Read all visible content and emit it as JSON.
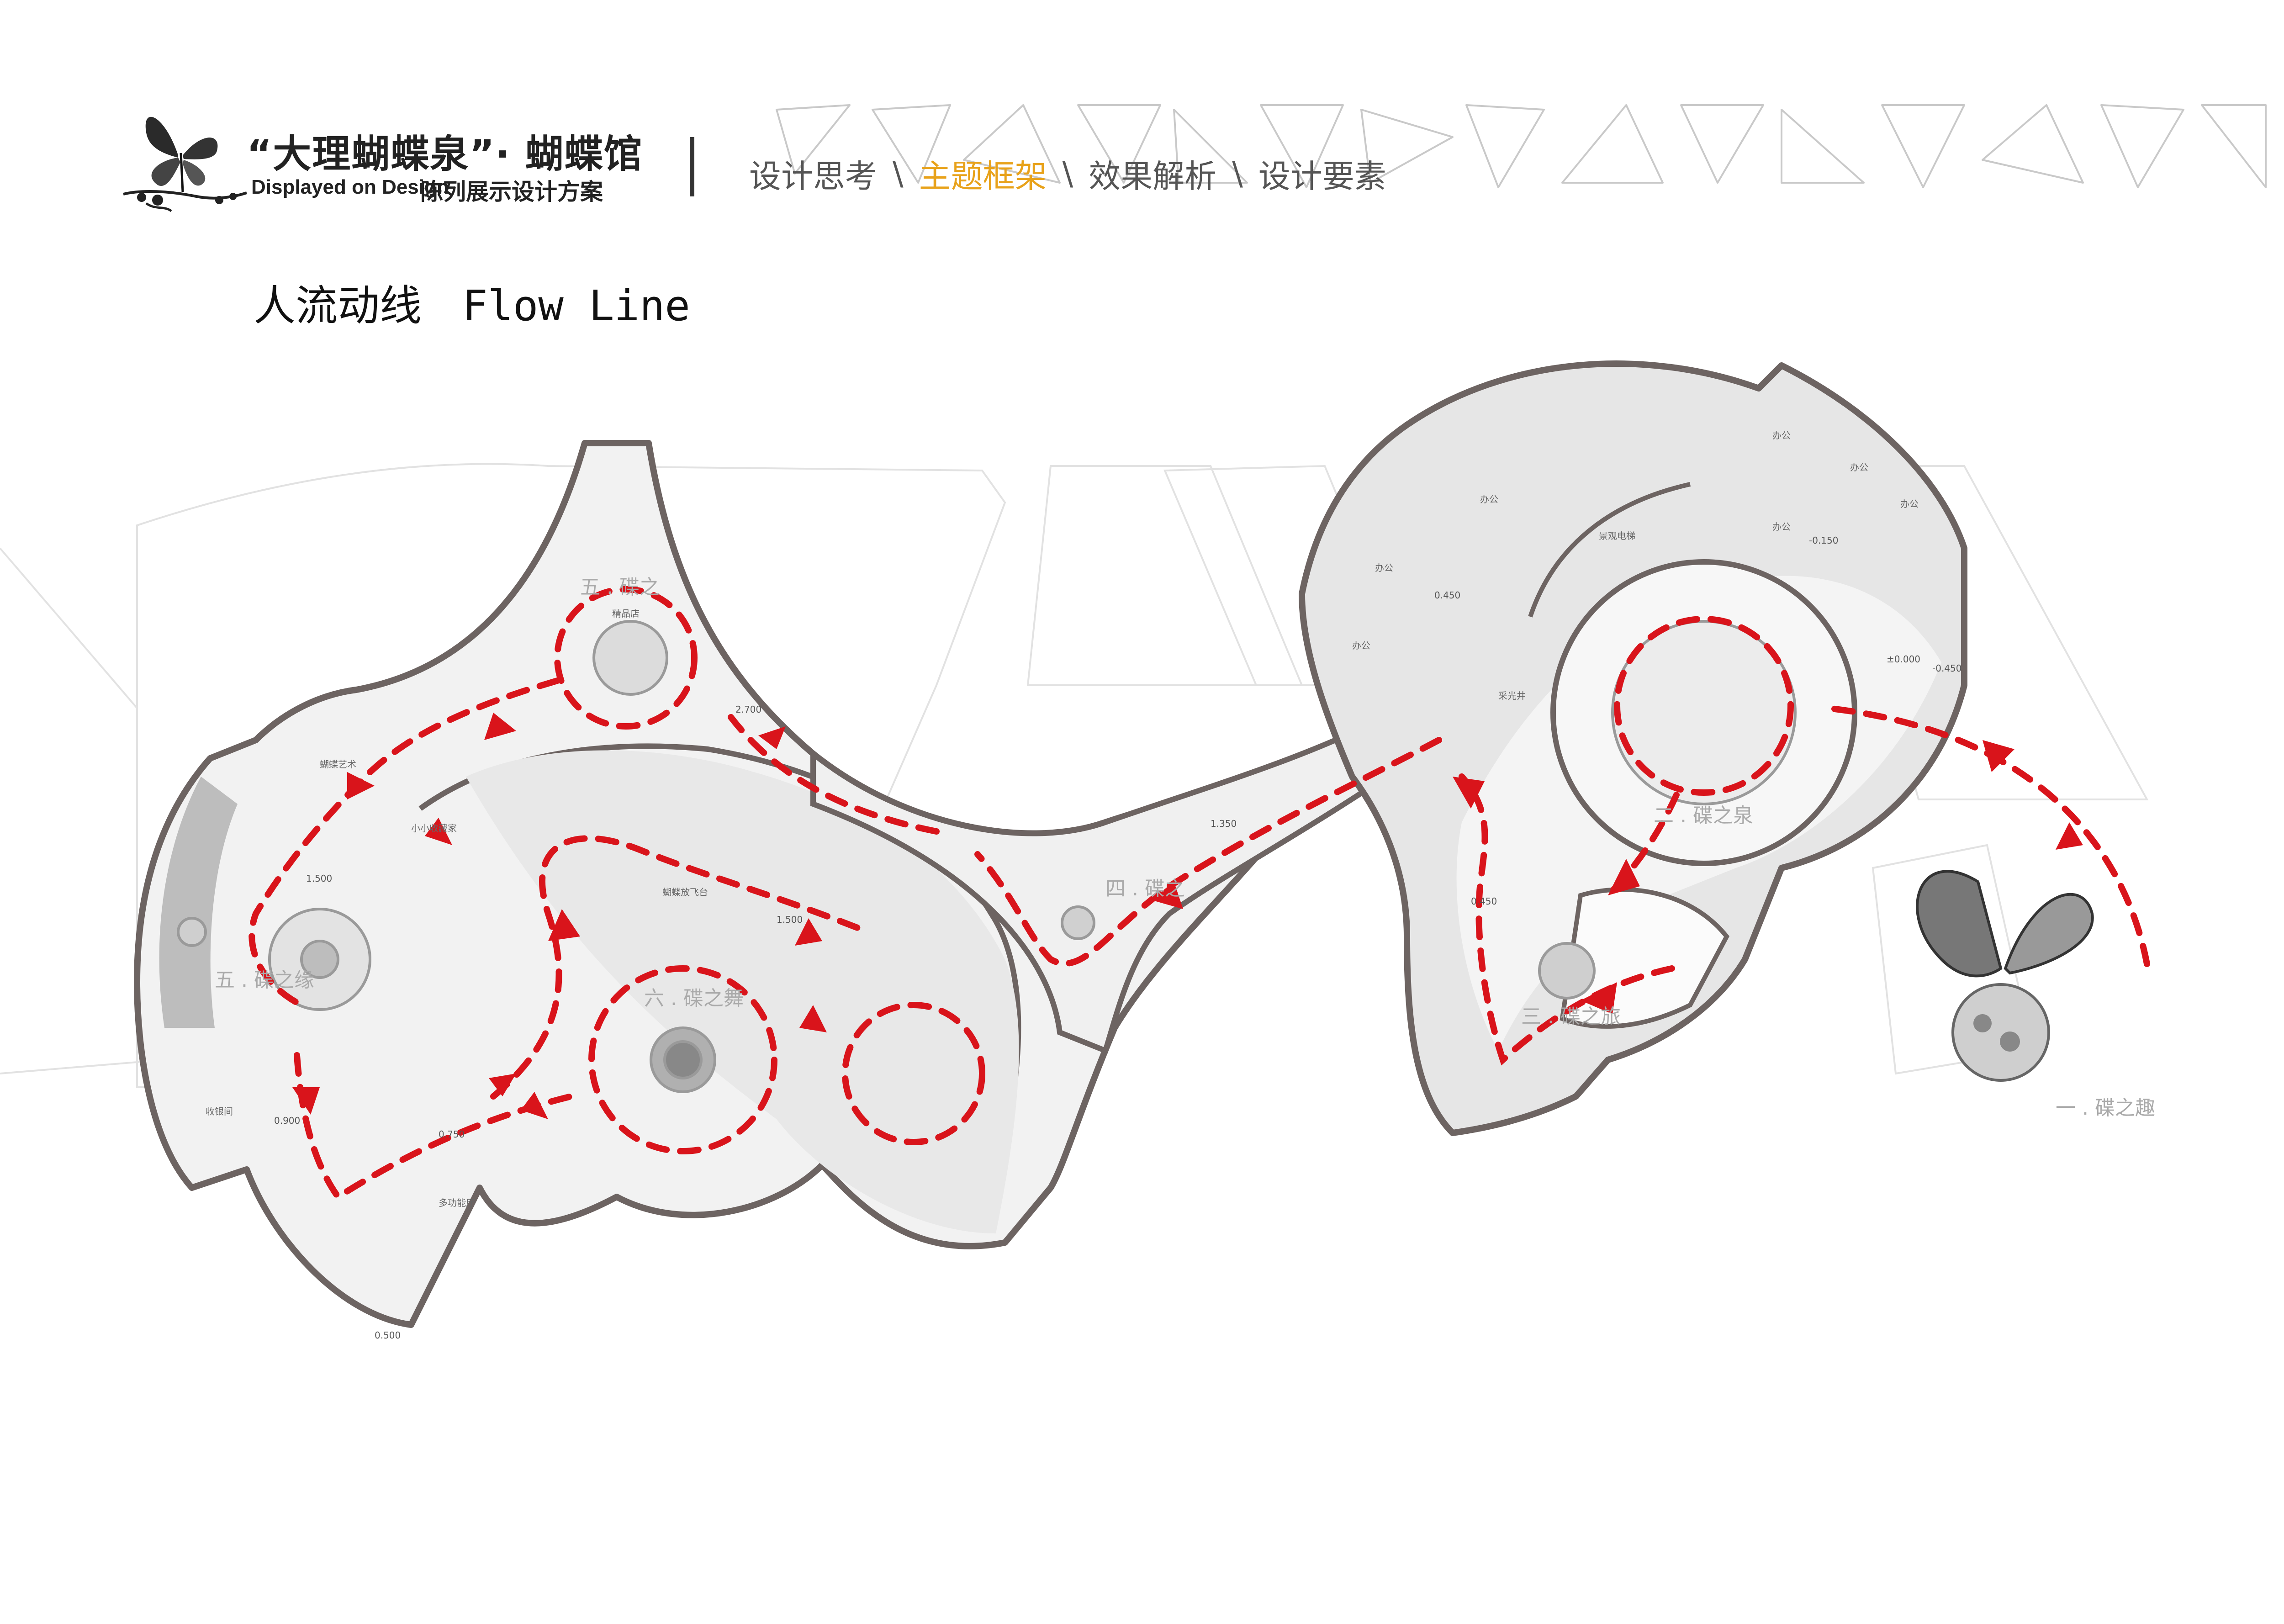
{
  "header": {
    "brand_title": "“大理蝴蝶泉”· 蝴蝶馆",
    "brand_subtitle_en": "Displayed on Design",
    "brand_subtitle_cn": "陈列展示设计方案",
    "nav": [
      {
        "label": "设计思考",
        "active": false
      },
      {
        "label": "主题框架",
        "active": true
      },
      {
        "label": "效果解析",
        "active": false
      },
      {
        "label": "设计要素",
        "active": false
      }
    ],
    "nav_separator": "\\",
    "accent_color": "#e8a21a"
  },
  "page_title": {
    "cn": "人流动线",
    "en": "Flow Line"
  },
  "plan": {
    "flow_line_color": "#d9141b",
    "zones": {
      "zone_1": "一 . 碟之趣",
      "zone_2": "二 . 碟之泉",
      "zone_3": "三 . 碟之旅",
      "zone_4": "四 . 碟之",
      "zone_5_upper": "五 . 碟之",
      "zone_5_lower": "五 . 碟之缘",
      "zone_6": "六 . 碟之舞"
    },
    "rooms": {
      "office": "办公",
      "office_b": "办公",
      "office_c": "办公",
      "office_d": "办公",
      "office_e": "办公",
      "office_f": "办公",
      "office_g": "办公",
      "skylight": "采光井",
      "elevator_hall": "景观电梯",
      "small_collection": "小小收藏家",
      "storage": "收银间",
      "multi_room": "多功能厅",
      "butterfly_art": "蝴蝶艺术",
      "butterfly_flight": "蝴蝶放飞台",
      "shop": "精品店"
    },
    "levels": [
      "±0.000",
      "-0.450",
      "-0.150",
      "0.450",
      "0.450",
      "1.500",
      "1.500",
      "2.700",
      "1.350",
      "0.750",
      "0.900",
      "0.500"
    ]
  }
}
